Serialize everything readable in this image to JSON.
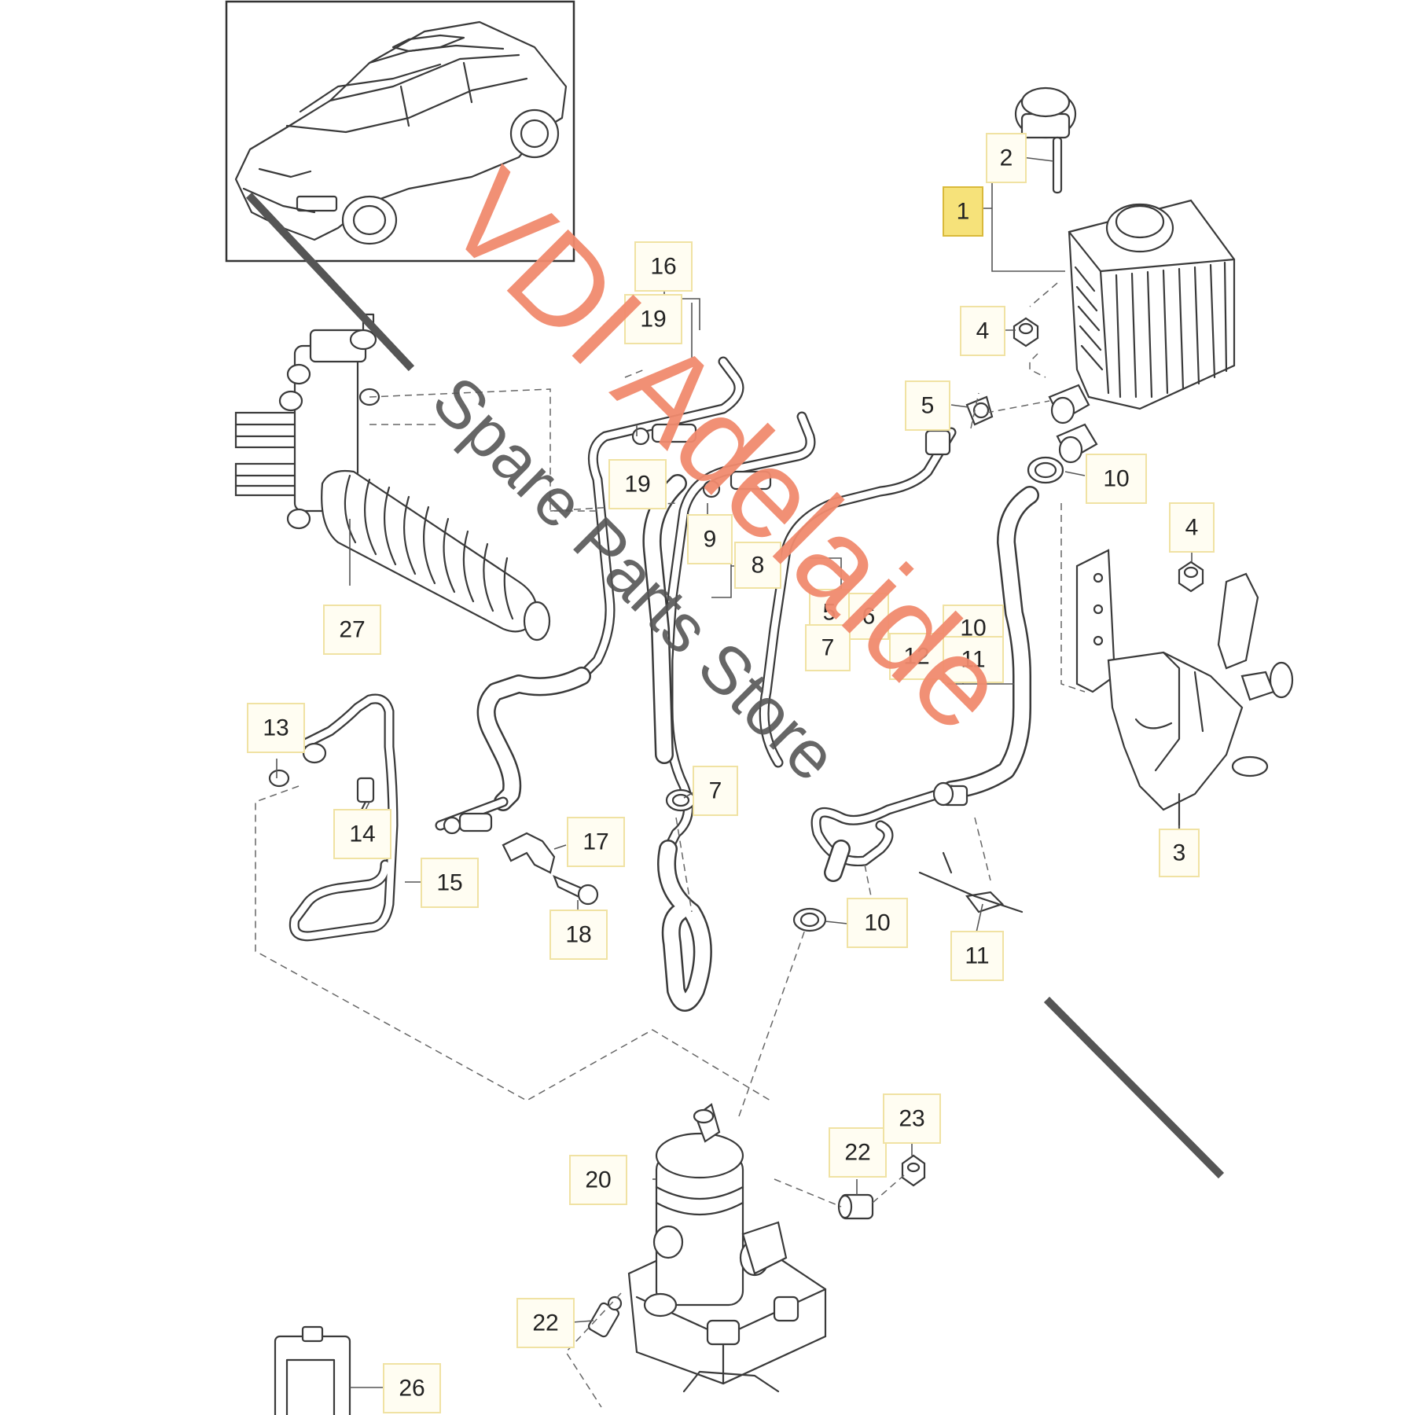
{
  "watermark": {
    "brand": "VDI Adelaide",
    "tagline": "Spare Parts Store",
    "brand_color": "#f08a6e",
    "tagline_color": "#555555"
  },
  "callouts": [
    {
      "id": "c1",
      "label": "1",
      "highlight": true
    },
    {
      "id": "c2",
      "label": "2"
    },
    {
      "id": "c4a",
      "label": "4"
    },
    {
      "id": "c4b",
      "label": "4"
    },
    {
      "id": "c5a",
      "label": "5"
    },
    {
      "id": "c5b",
      "label": "5"
    },
    {
      "id": "c6",
      "label": "6"
    },
    {
      "id": "c7a",
      "label": "7"
    },
    {
      "id": "c7b",
      "label": "7"
    },
    {
      "id": "c8",
      "label": "8"
    },
    {
      "id": "c9",
      "label": "9"
    },
    {
      "id": "c10a",
      "label": "10"
    },
    {
      "id": "c10b",
      "label": "10"
    },
    {
      "id": "c10c",
      "label": "10"
    },
    {
      "id": "c11a",
      "label": "11"
    },
    {
      "id": "c11b",
      "label": "11"
    },
    {
      "id": "c12",
      "label": "12"
    },
    {
      "id": "c13",
      "label": "13"
    },
    {
      "id": "c14",
      "label": "14"
    },
    {
      "id": "c15",
      "label": "15"
    },
    {
      "id": "c16",
      "label": "16"
    },
    {
      "id": "c17",
      "label": "17"
    },
    {
      "id": "c18",
      "label": "18"
    },
    {
      "id": "c19a",
      "label": "19"
    },
    {
      "id": "c19b",
      "label": "19"
    },
    {
      "id": "c20",
      "label": "20"
    },
    {
      "id": "c22a",
      "label": "22"
    },
    {
      "id": "c22b",
      "label": "22"
    },
    {
      "id": "c23",
      "label": "23"
    },
    {
      "id": "c26",
      "label": "26"
    },
    {
      "id": "c27",
      "label": "27"
    },
    {
      "id": "c3",
      "label": "3"
    }
  ]
}
